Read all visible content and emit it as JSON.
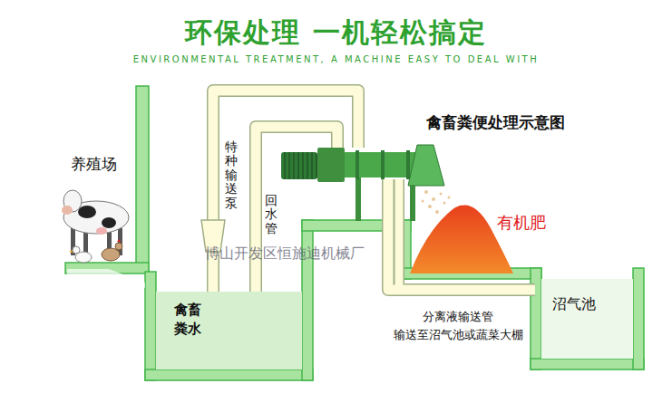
{
  "diagram": {
    "title": "环保处理 一机轻松搞定",
    "nodes": [
      {
        "text": [
          "禽畜 粪水"
        ]
      },
      {
        "text": [
          "沼气池"
        ]
      }
    ],
    "labels": [
      "ENVIRONMENTAL TREATMENT, A MACHINE EASY TO DEAL WITH",
      "禽畜粪便处理示意图",
      "养殖场",
      "特种输送泵",
      "回水管",
      "有机肥",
      "分离液输送管 输送至沼气池或蔬菜大棚",
      "博山开发区恒施迪机械厂"
    ]
  }
}
